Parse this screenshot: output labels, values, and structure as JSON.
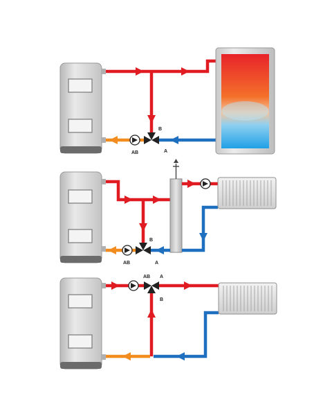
{
  "colors": {
    "hot": "#e11b22",
    "cold": "#1f6fc1",
    "mixed": "#f28c1e",
    "boiler_body": "#cfcfcf",
    "boiler_base": "#6b6b6b",
    "tank_hot": "#ef3b24",
    "tank_cold": "#28a7e8"
  },
  "schemes": [
    {
      "valve_ports": {
        "a": "A",
        "b": "B",
        "ab": "AB"
      }
    },
    {
      "valve_ports": {
        "a": "A",
        "b": "B",
        "ab": "AB"
      }
    },
    {
      "valve_ports": {
        "a": "A",
        "b": "B",
        "ab": "AB"
      }
    }
  ]
}
